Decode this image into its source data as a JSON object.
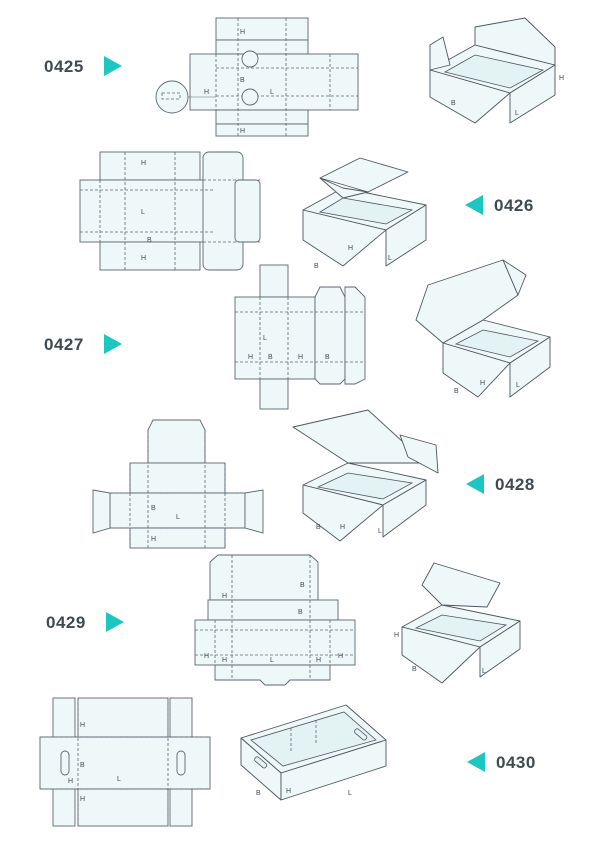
{
  "products": [
    {
      "code": "0425",
      "labels": {
        "H": "H",
        "B": "B",
        "L": "L"
      }
    },
    {
      "code": "0426",
      "labels": {
        "H": "H",
        "B": "B",
        "L": "L"
      }
    },
    {
      "code": "0427",
      "labels": {
        "H": "H",
        "B": "B",
        "L": "L"
      }
    },
    {
      "code": "0428",
      "labels": {
        "H": "H",
        "B": "B",
        "L": "L"
      }
    },
    {
      "code": "0429",
      "labels": {
        "H": "H",
        "B": "B",
        "L": "L"
      }
    },
    {
      "code": "0430",
      "labels": {
        "H": "H",
        "B": "B",
        "L": "L"
      }
    }
  ],
  "accent_color": "#1cc7c1"
}
